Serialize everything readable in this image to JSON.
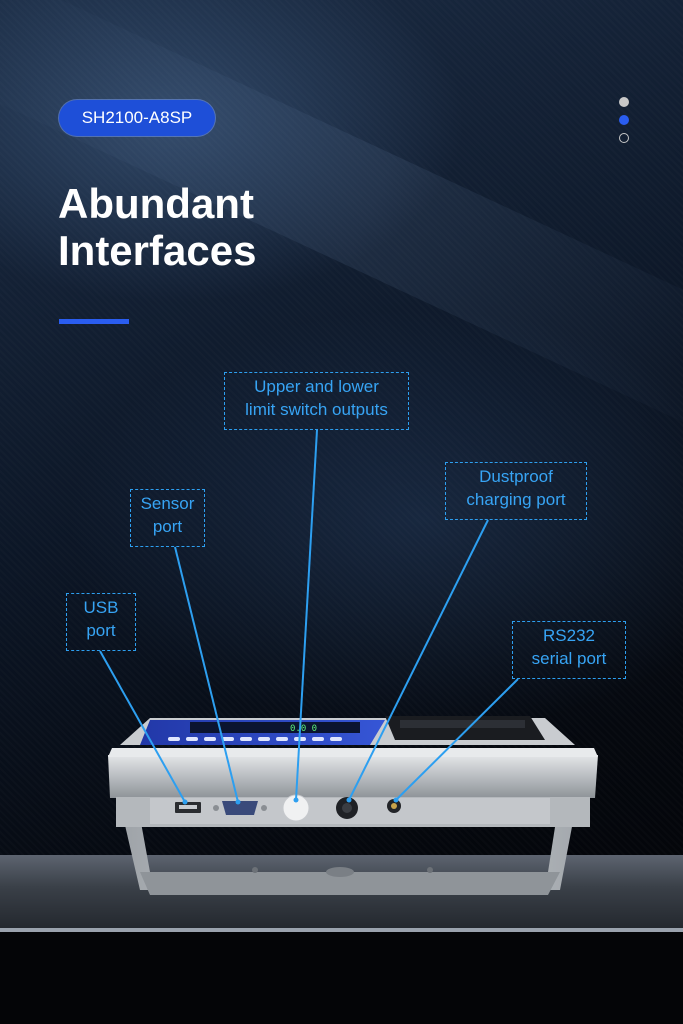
{
  "badge": {
    "label": "SH2100-A8SP"
  },
  "pager": {
    "total": 3,
    "active": 2
  },
  "headline": {
    "line1": "Abundant",
    "line2": "Interfaces"
  },
  "callouts": {
    "upper_lower": {
      "line1": "Upper and lower",
      "line2": "limit switch outputs"
    },
    "sensor": {
      "line1": "Sensor",
      "line2": "port"
    },
    "dustproof": {
      "line1": "Dustproof",
      "line2": "charging port"
    },
    "usb": {
      "line1": "USB",
      "line2": "port"
    },
    "rs232": {
      "line1": "RS232",
      "line2": "serial port"
    }
  },
  "colors": {
    "accent": "#2a5df0",
    "callout": "#37a4f4",
    "badge": "#1e4fd8"
  }
}
